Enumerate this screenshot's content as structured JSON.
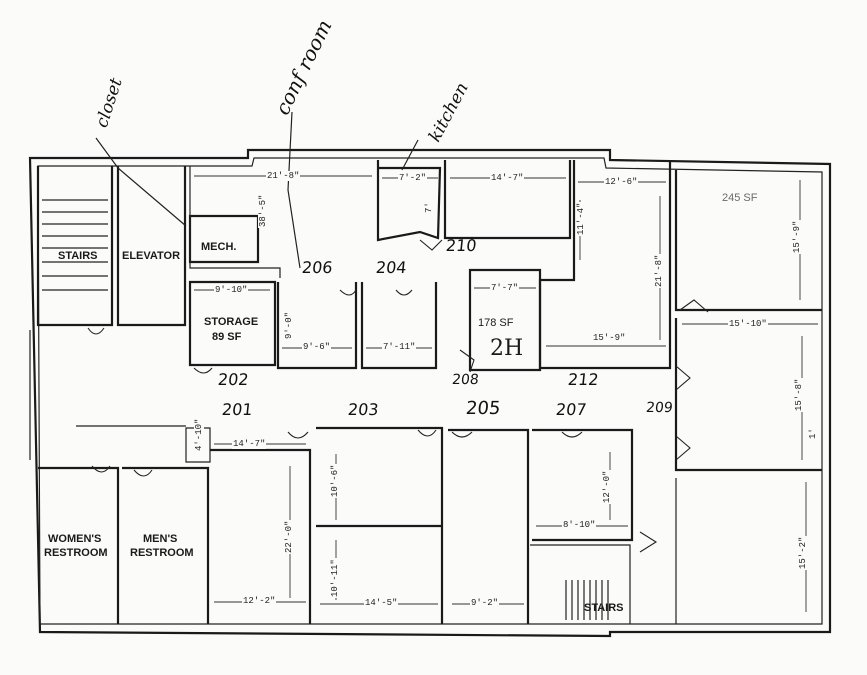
{
  "rooms": {
    "stairs_left": "STAIRS",
    "elevator": "ELEVATOR",
    "mech": "MECH.",
    "storage": "STORAGE",
    "storage_sf": "89 SF",
    "suite_sf": "178 SF",
    "suite_2h": "2H",
    "womens": "WOMEN'S",
    "womens2": "RESTROOM",
    "mens": "MEN'S",
    "mens2": "RESTROOM",
    "stairs_right": "STAIRS",
    "faded_top_right": "245 SF"
  },
  "handwritten": {
    "closet": "closet",
    "conf_room": "conf room",
    "kitchen": "kitchen"
  },
  "room_numbers": [
    "206",
    "204",
    "210",
    "202",
    "208",
    "212",
    "201",
    "203",
    "205",
    "207",
    "209"
  ],
  "dimensions": {
    "d_21_8": "21'-8\"",
    "d_7_2": "7'-2\"",
    "d_14_7_top": "14'-7\"",
    "d_12_6": "12'-6\"",
    "d_38_5": "38'-5\"",
    "d_7": "7'",
    "d_11_4": "11'-4\"",
    "d_21_8_v": "21'-8\"",
    "d_15_9": "15'-9\"",
    "d_9_10": "9'-10\"",
    "d_9_0": "9'-0\"",
    "d_9_6": "9'-6\"",
    "d_7_11": "7'-11\"",
    "d_7_7": "7'-7\"",
    "d_15_9b": "15'-9\"",
    "d_15_10": "15'-10\"",
    "d_15_8": "15'-8\"",
    "d_4_10": "4'-10\"",
    "d_14_7": "14'-7\"",
    "d_10_6": "10'-6\"",
    "d_12_0": "12'-0\"",
    "d_8_10": "8'-10\"",
    "d_22_0": "22'-0\"",
    "d_10_11": "10'-11\"",
    "d_14_5": "14'-5\"",
    "d_9_2": "9'-2\"",
    "d_12_2": "12'-2\"",
    "d_15_2": "15'-2\"",
    "d_1": "1'"
  }
}
